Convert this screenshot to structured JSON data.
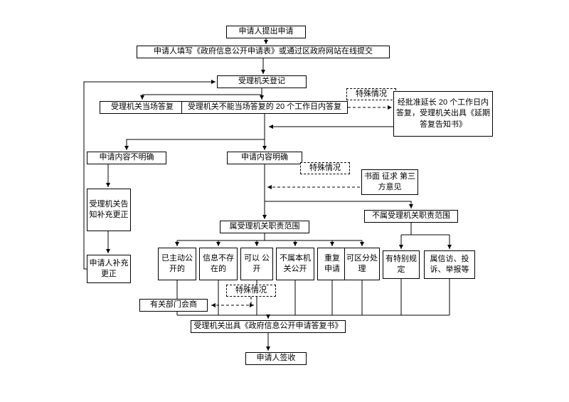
{
  "page": {
    "background": "#ffffff",
    "line_color": "#000000"
  },
  "nodes": {
    "submit": "申请人提出申请",
    "fill_form": "申请人填写《政府信息公开申请表》或通过区政府网站在线提交",
    "register": "受理机关登记",
    "onspot": "受理机关当场答复",
    "within20": "受理机关不能当场答复的 20 个工作日内答复",
    "special1": "特殊情况",
    "extension": "经批准延长 20 个工作日内答复，受理机关出具《延期答复告知书》",
    "unclear": "申请内容不明确",
    "clear": "申请内容明确",
    "special2": "特殊情况",
    "third_party": "书面 征求 第三方意见",
    "notify": "受理机关告知补充更正",
    "in_scope": "属受理机关职责范围",
    "out_scope": "不属受理机关职责范围",
    "supplement": "申请人补充更正",
    "already_open": "已主动公开的",
    "not_exist": "信息不存在的",
    "can_open": "可以 公开",
    "not_this_org": "不属本机关公开",
    "repeat_apply": "重复 申请",
    "separable": "可区分处理",
    "special_rule": "有特别规定",
    "petition": "属信访、投诉、举报等",
    "special3": "特殊情况",
    "consult": "有关部门会商",
    "reply_doc": "受理机关出具《政府信息公开申请答复书》",
    "sign": "申请人签收"
  }
}
